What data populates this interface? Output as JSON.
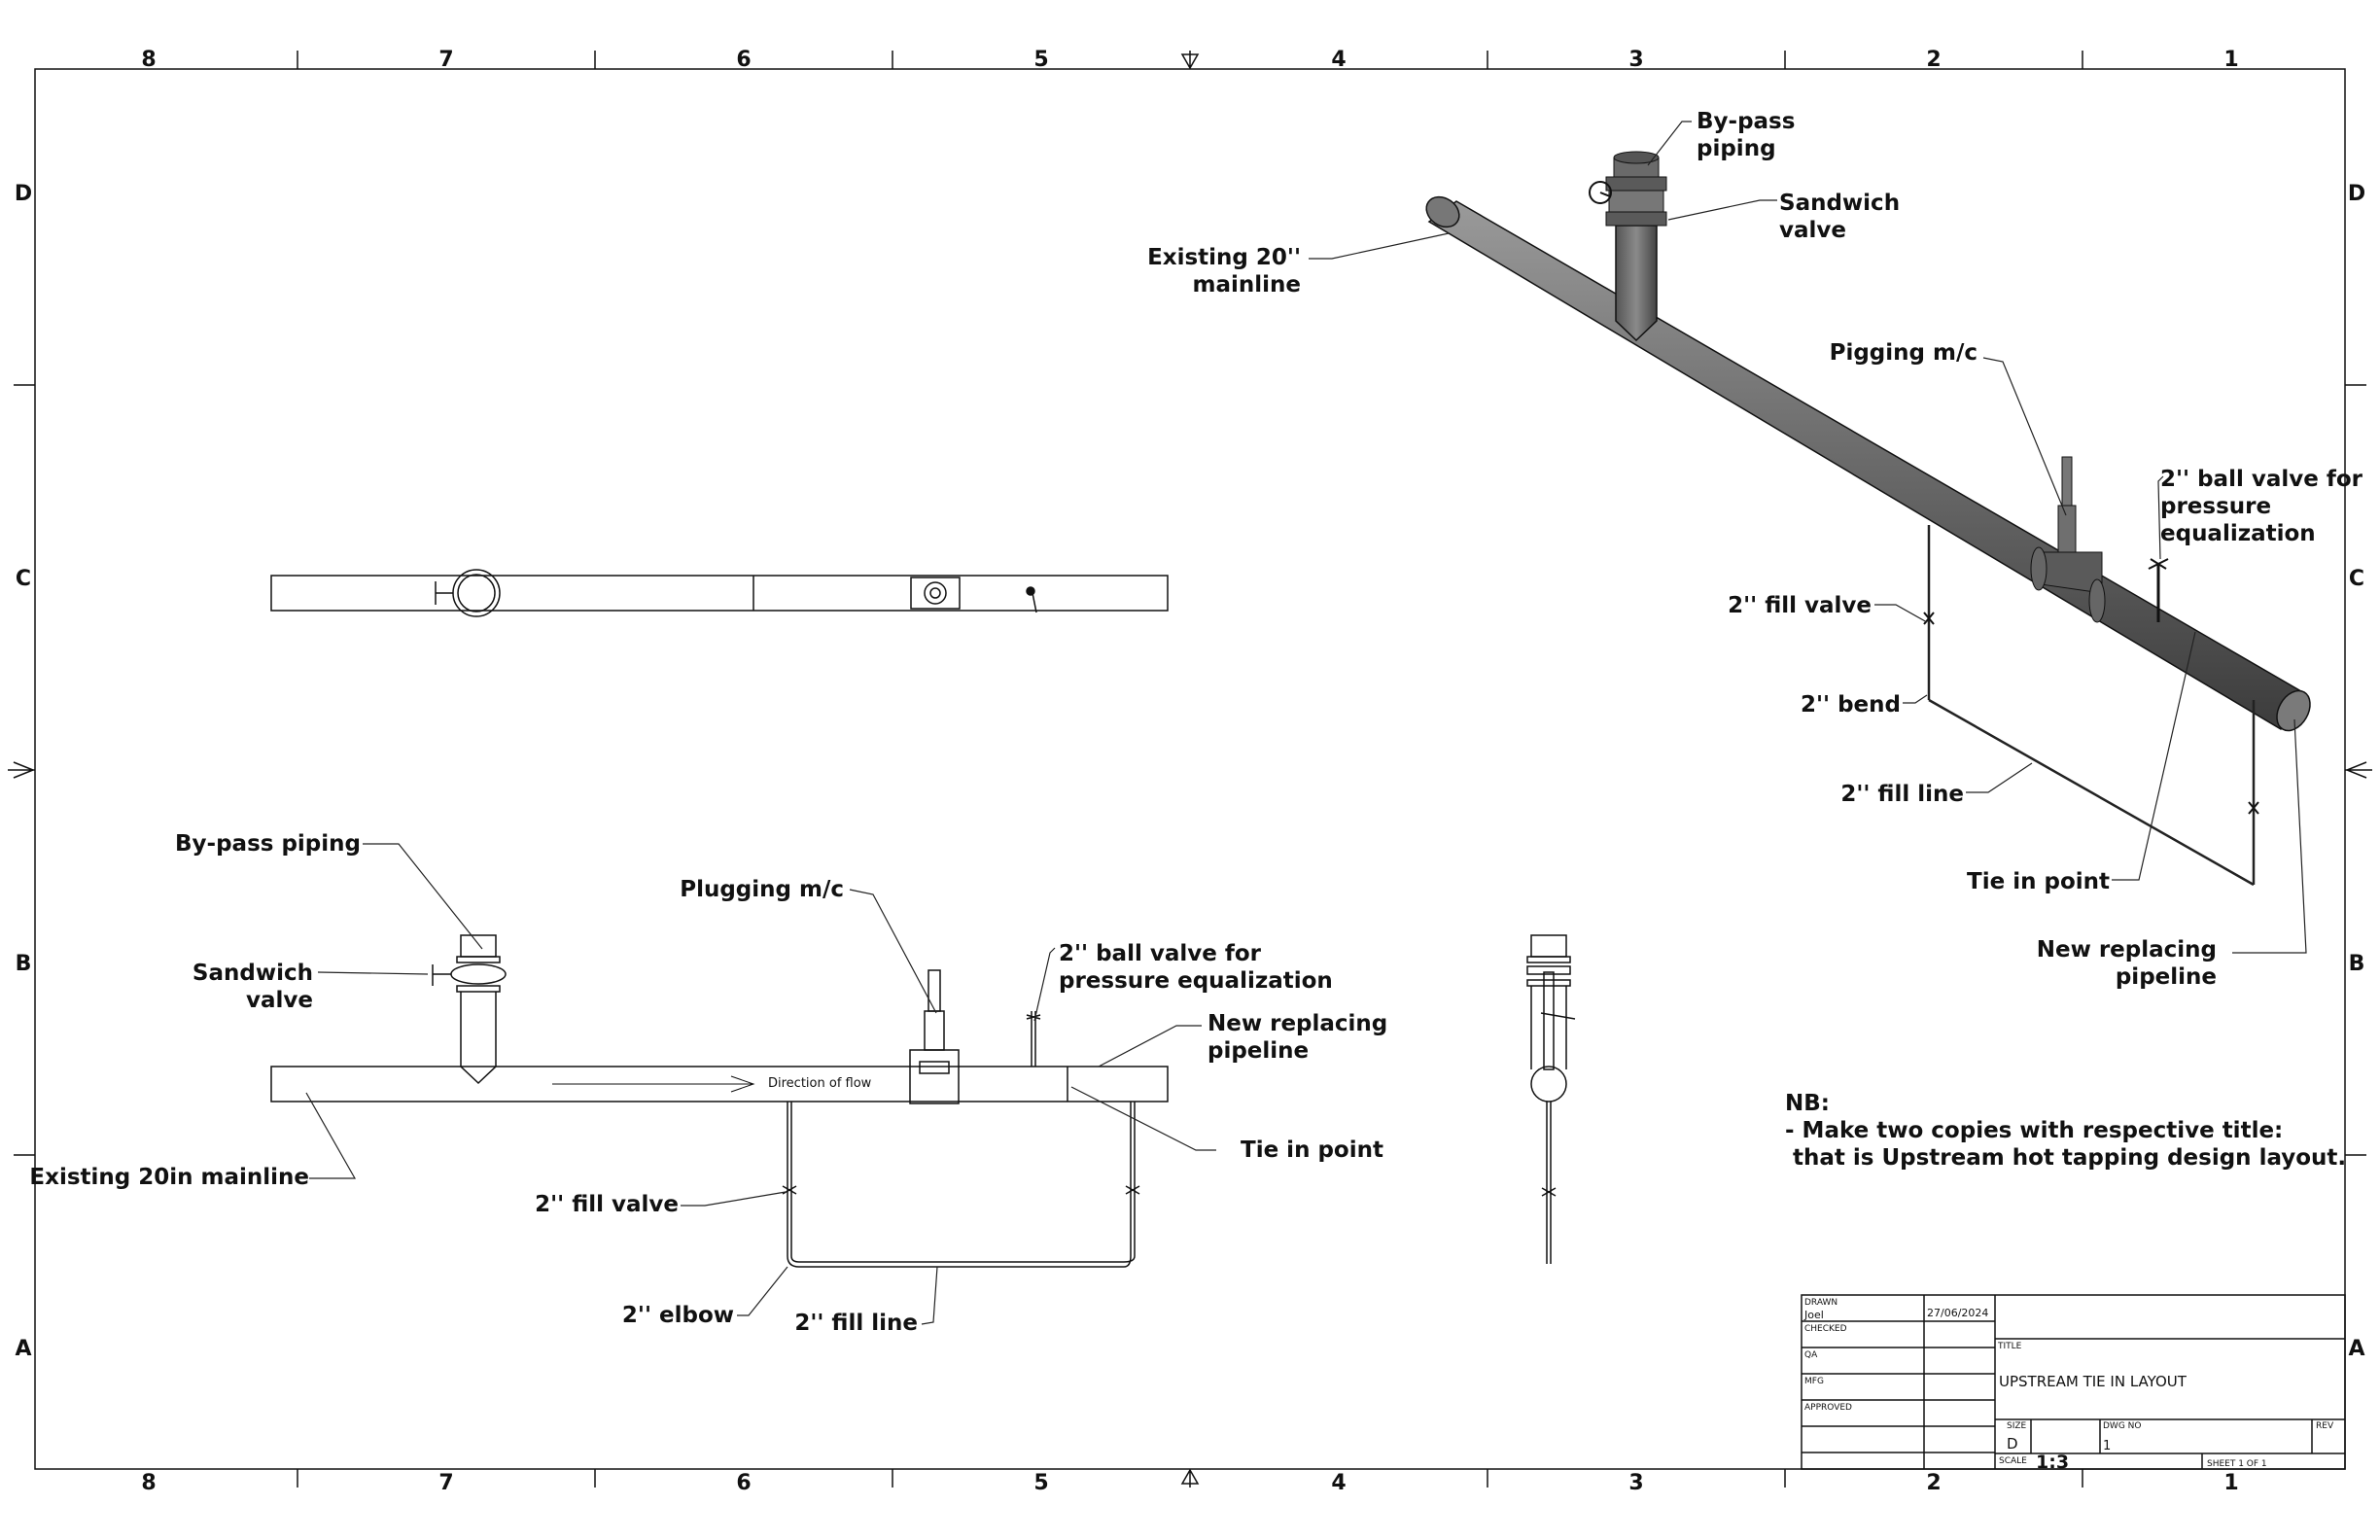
{
  "zones": {
    "columns": [
      "8",
      "7",
      "6",
      "5",
      "4",
      "3",
      "2",
      "1"
    ],
    "rows": [
      "D",
      "C",
      "B",
      "A"
    ]
  },
  "iso_view": {
    "bypass": "By-pass\npiping",
    "sandwich": "Sandwich\nvalve",
    "mainline": "Existing 20''\nmainline",
    "pigging": "Pigging m/c",
    "ball_valve": "2'' ball valve for\npressure\nequalization",
    "fill_valve": "2'' fill valve",
    "bend": "2'' bend",
    "fill_line": "2'' fill line",
    "tie_in": "Tie in point",
    "new_pipeline": "New replacing\npipeline"
  },
  "front_view": {
    "bypass": "By-pass piping",
    "sandwich": "Sandwich\nvalve",
    "plugging": "Plugging m/c",
    "ball_valve": "2'' ball valve for\npressure equalization",
    "new_pipeline": "New replacing\npipeline",
    "tie_in": "Tie in point",
    "mainline": "Existing 20in mainline",
    "fill_valve": "2'' fill valve",
    "elbow": "2'' elbow",
    "fill_line": "2'' fill line",
    "flow": "Direction of flow"
  },
  "note": {
    "title": "NB:",
    "line1": "- Make two copies with respective title:",
    "line2": "that is Upstream hot tapping design layout."
  },
  "title_block": {
    "drawn_label": "DRAWN",
    "drawn_by": "Joel",
    "drawn_date": "27/06/2024",
    "checked_label": "CHECKED",
    "qa_label": "QA",
    "mfg_label": "MFG",
    "approved_label": "APPROVED",
    "title_label": "TITLE",
    "title": "UPSTREAM TIE IN LAYOUT",
    "size_label": "SIZE",
    "size": "D",
    "dwg_label": "DWG NO",
    "dwg_no": "1",
    "rev_label": "REV",
    "scale_label": "SCALE",
    "scale": "1:3",
    "sheet_label": "SHEET 1  OF 1"
  }
}
